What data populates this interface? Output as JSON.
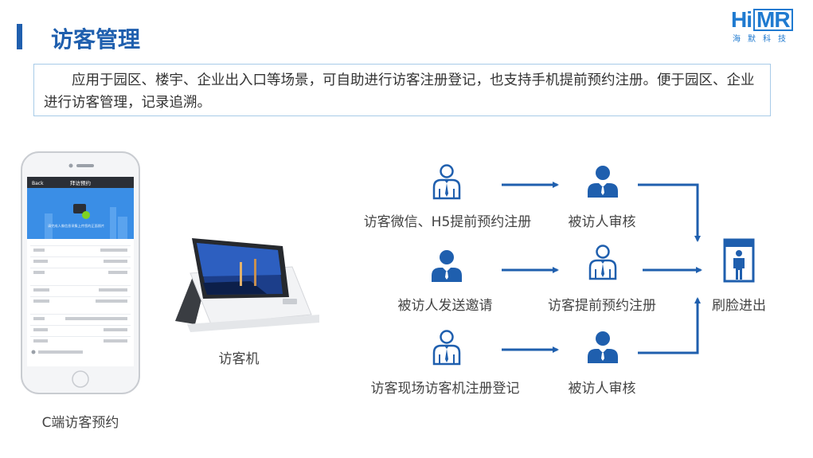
{
  "header": {
    "title": "访客管理",
    "logo_text": "Hi",
    "logo_box_text": "MR",
    "logo_sub": "海默科技"
  },
  "intro": {
    "text": "应用于园区、楼宇、企业出入口等场景，可自助进行访客注册登记，也支持手机提前预约注册。便于园区、企业进行访客管理，记录追溯。"
  },
  "devices": {
    "phone_label": "C端访客预约",
    "kiosk_label": "访客机",
    "phone_screen": {
      "back": "Back",
      "title": "拜访预约",
      "upload_hint": "请完成人像信息采集上传您的正面照片"
    }
  },
  "flow": {
    "row1": {
      "source": "访客微信、H5提前预约注册",
      "target": "被访人审核"
    },
    "row2": {
      "source": "被访人发送邀请",
      "target": "访客提前预约注册"
    },
    "row3": {
      "source": "访客现场访客机注册登记",
      "target": "被访人审核"
    },
    "final": "刷脸进出"
  },
  "colors": {
    "primary": "#1f5fae",
    "accent": "#1f7ad0",
    "border": "#a8cbe8"
  },
  "icons": [
    "visitor-outline-icon",
    "host-solid-icon",
    "face-gate-icon",
    "phone-icon",
    "kiosk-icon"
  ]
}
